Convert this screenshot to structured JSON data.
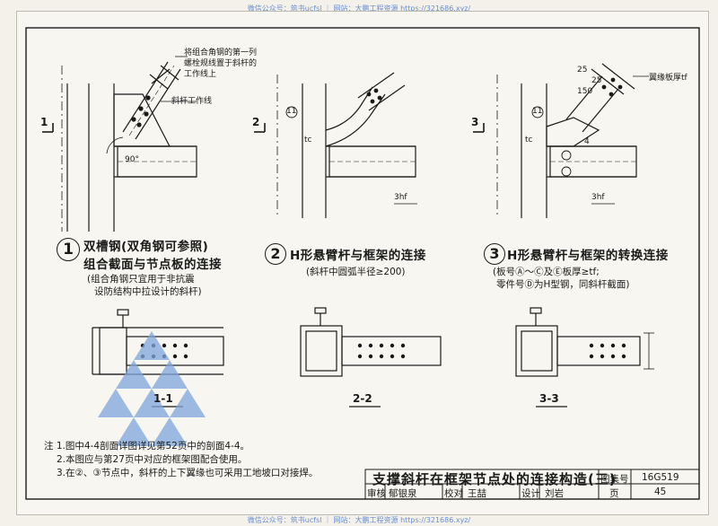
{
  "watermark": {
    "top": "微信公众号：筑书ucfsl ｜ 网站：大鹏工程资源 https://321686.xyz/",
    "bottom": "微信公众号：筑书ucfsl ｜ 网站：大鹏工程资源 https://321686.xyz/"
  },
  "details": [
    {
      "number": "1",
      "title_lines": [
        "双槽钢(双角钢可参照)",
        "组合截面与节点板的连接"
      ],
      "note_lines": [
        "(组合角钢只宜用于非抗震",
        "设防结构中拉设计的斜杆)"
      ],
      "annotations": [
        "将组合角钢的第一列",
        "螺栓规线置于斜杆的",
        "工作线上",
        "斜杆工作线",
        "90°"
      ],
      "section_label": "1-1",
      "cut_mark": "1"
    },
    {
      "number": "2",
      "title_lines": [
        "H形悬臂杆与框架的连接"
      ],
      "note_lines": [
        "(斜杆中圆弧半径≥200)"
      ],
      "annotations": [
        "3hf",
        "tc",
        "11"
      ],
      "section_label": "2-2",
      "cut_mark": "2"
    },
    {
      "number": "3",
      "title_lines": [
        "H形悬臂杆与框架的转换连接"
      ],
      "note_lines": [
        "(板号Ⓐ～Ⓒ及Ⓔ板厚≥tf;",
        "零件号Ⓓ为H型钢，同斜杆截面)"
      ],
      "annotations": [
        "翼缘板厚tf",
        "3hf",
        "tc",
        "11",
        "150",
        "25",
        "25",
        "4"
      ],
      "section_label": "3-3",
      "cut_mark": "3"
    }
  ],
  "notes": [
    "注 1.图中4-4剖面详图详见第52页中的剖面4-4。",
    "2.本图应与第27页中对应的框架图配合使用。",
    "3.在②、③节点中，斜杆的上下翼缘也可采用工地坡口对接焊。"
  ],
  "title_block": {
    "title": "支撑斜杆在框架节点处的连接构造(三)",
    "atlas_label": "图集号",
    "atlas_no": "16G519",
    "review_label": "审核",
    "reviewer": "郁银泉",
    "check_label": "校对",
    "checker": "王喆",
    "design_label": "设计",
    "designer": "刘岩",
    "page_label": "页",
    "page_no": "45"
  }
}
